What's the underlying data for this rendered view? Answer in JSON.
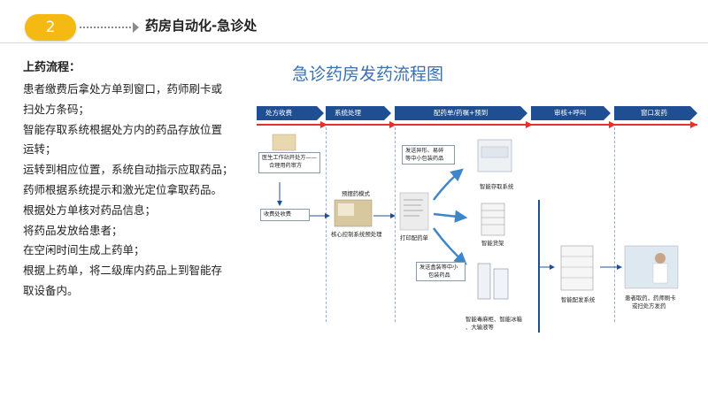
{
  "header": {
    "number": "2",
    "title": "药房自动化-急诊处"
  },
  "left_panel": {
    "heading": "上药流程：",
    "lines": [
      "患者缴费后拿处方单到窗口，药师刷卡或",
      "扫处方条码；",
      "智能存取系统根据处方内的药品存放位置",
      "运转；",
      "运转到相应位置，系统自动指示应取药品；",
      "药师根据系统提示和激光定位拿取药品。",
      "根据处方单核对药品信息；",
      "将药品发放给患者；",
      "在空闲时间生成上药单；",
      "根据上药单，将二级库内药品上到智能存",
      "取设备内。"
    ]
  },
  "diagram": {
    "title": "急诊药房发药流程图",
    "stages": [
      "处方收费",
      "系统处理",
      "配药单/药嘱+预到",
      "审核+呼叫",
      "窗口发药"
    ],
    "labels": {
      "doctor_station": "医生工作站开处方——",
      "pharmacist_review": "合理用药审方",
      "payment": "收费处收费",
      "predispense_mode": "预摆药模式",
      "core_control": "核心控制系统预处理",
      "print_slip": "打印配药单",
      "irregular_drugs": "发送异形、易碎",
      "irregular_drugs_2": "等中小包装药品",
      "smart_storage": "智能存取系统",
      "smart_shelf": "智能货架",
      "boxed_drugs": "发送盒装等中小",
      "boxed_drugs_2": "包装药品",
      "narcotics_fridge": "智能毒麻柜、智能冰箱",
      "narcotics_fridge_2": "、大输液等",
      "smart_dispense": "智能配发系统",
      "patient_pickup": "患者取药，药师刷卡",
      "patient_pickup_2": "或扫处方发药"
    }
  },
  "colors": {
    "badge": "#f5b914",
    "stage_bar": "#1f4f92",
    "red_line": "#e1332d",
    "arrow_blue": "#3f86c8",
    "title_blue": "#3a6fb0"
  }
}
